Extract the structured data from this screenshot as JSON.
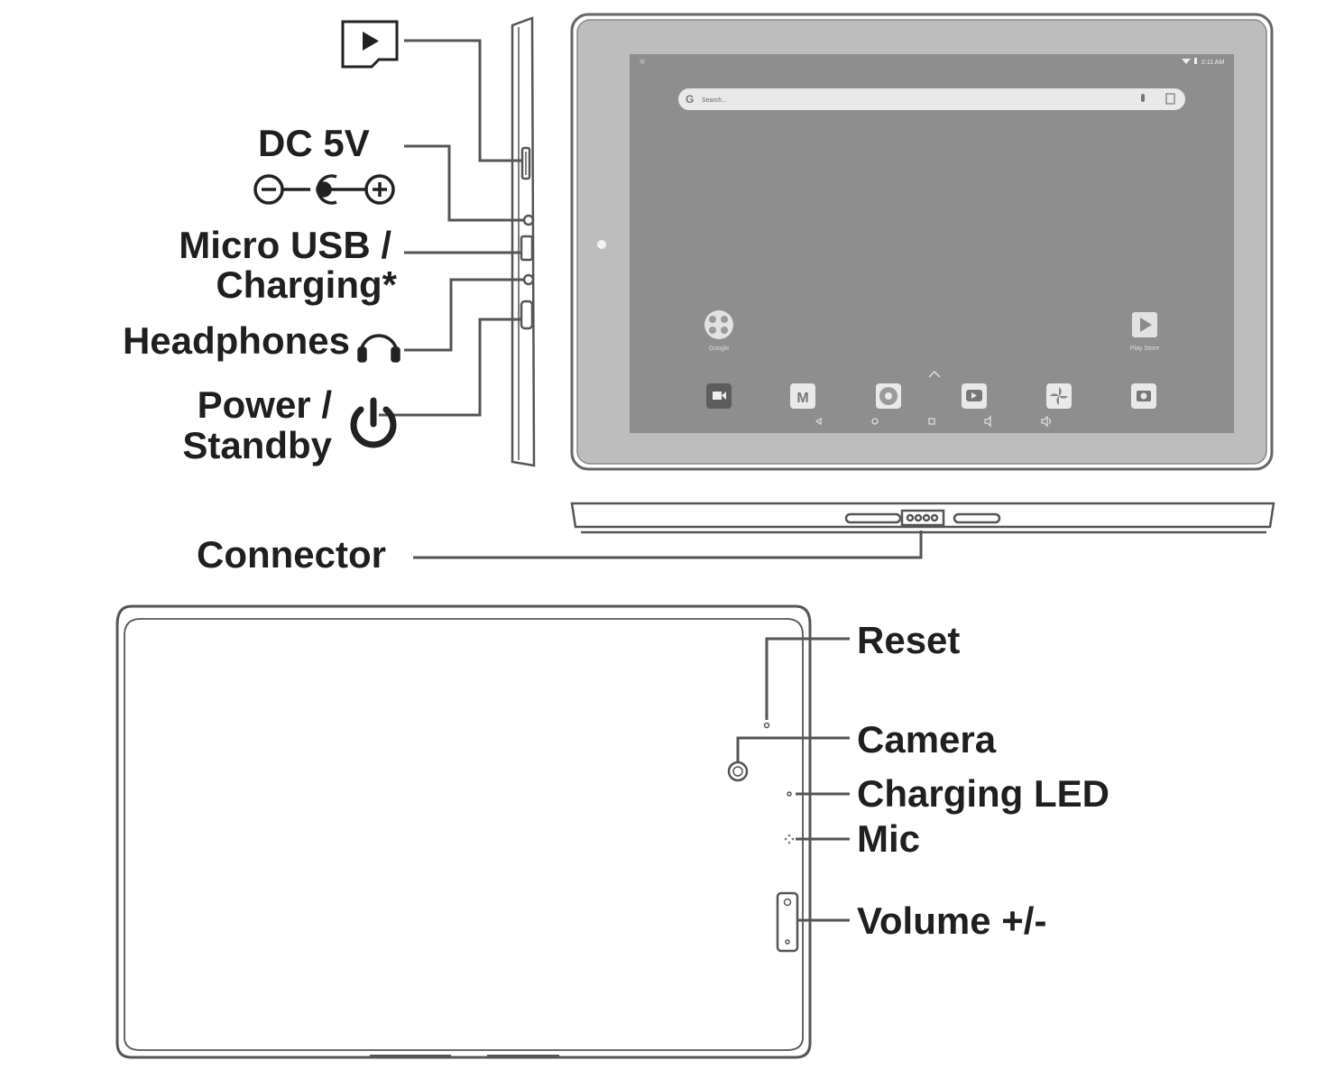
{
  "labels": {
    "dc_5v": "DC 5V",
    "micro_usb_line1": "Micro USB /",
    "micro_usb_line2": "Charging*",
    "headphones": "Headphones",
    "power_line1": "Power /",
    "power_line2": "Standby",
    "connector": "Connector",
    "reset": "Reset",
    "camera": "Camera",
    "charging_led": "Charging LED",
    "mic": "Mic",
    "volume": "Volume +/-"
  },
  "screen": {
    "status_time": "2:11 AM",
    "search_placeholder": "Search...",
    "apps_top": [
      {
        "name": "Google",
        "icon": "google-folder-icon"
      },
      {
        "name": "Play Store",
        "icon": "play-store-icon"
      }
    ],
    "dock": [
      {
        "icon": "video-camera-icon"
      },
      {
        "icon": "gmail-icon"
      },
      {
        "icon": "chrome-icon"
      },
      {
        "icon": "youtube-icon"
      },
      {
        "icon": "photos-icon"
      },
      {
        "icon": "camera-icon"
      }
    ],
    "nav_icons": [
      "back-icon",
      "home-icon",
      "recents-icon",
      "volume-down-icon",
      "volume-up-icon"
    ]
  },
  "icons": [
    "microsd-card-icon",
    "dc-polarity-icon",
    "headphones-icon",
    "power-icon"
  ],
  "colors": {
    "line": "#555555",
    "text": "#1f1f1f",
    "bezel": "#bdbdbd",
    "screen": "#8e8e8e"
  }
}
